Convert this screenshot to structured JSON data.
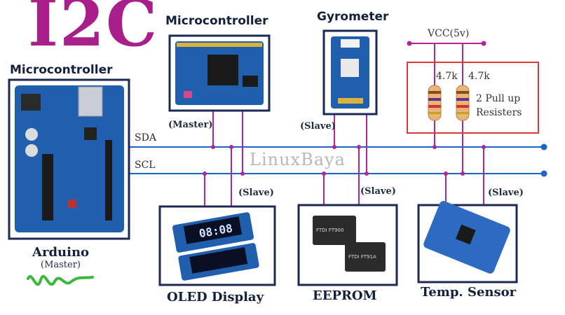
{
  "title": "I2C",
  "bus": {
    "sda": "SDA",
    "scl": "SCL",
    "color": "#1a66c7"
  },
  "pullup": {
    "color": "#b0259b",
    "vcc": "VCC(5v)",
    "r1": "4.7k",
    "r2": "4.7k",
    "label_line1": "2 Pull up",
    "label_line2": "Resisters"
  },
  "watermark": {
    "left": "Linux",
    "right": "Baya"
  },
  "arduino": {
    "heading": "Microcontroller",
    "name": "Arduino",
    "role": "(Master)"
  },
  "mcu2": {
    "heading": "Microcontroller",
    "role": "(Master)"
  },
  "gyro": {
    "heading": "Gyrometer",
    "role": "(Slave)"
  },
  "oled": {
    "name": "OLED Display",
    "role": "(Slave)",
    "screen_text": "08:08"
  },
  "eeprom": {
    "name": "EEPROM",
    "role": "(Slave)",
    "chip1": "FTDI FT900",
    "chip2": "FTDI FT91A"
  },
  "temp": {
    "name": "Temp. Sensor",
    "role": "(Slave)"
  },
  "colors": {
    "box_border": "#1b2a55",
    "title": "#a81f8c",
    "pcb_blue": "#1f5fae"
  }
}
